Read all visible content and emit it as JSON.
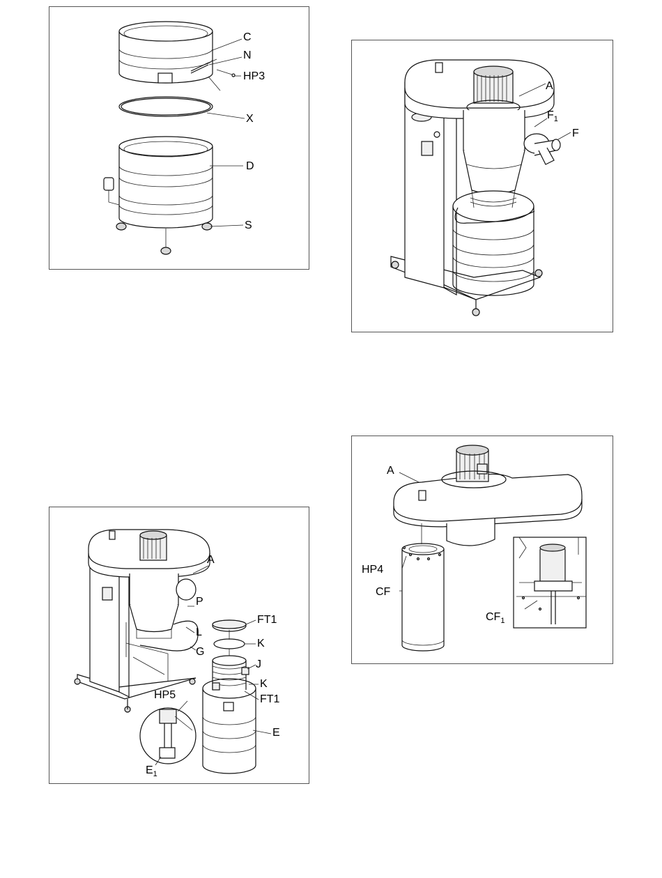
{
  "fig1": {
    "labels": {
      "C": "C",
      "N": "N",
      "HP3": "HP3",
      "X": "X",
      "D": "D",
      "S": "S"
    }
  },
  "fig2": {
    "labels": {
      "A": "A",
      "F1_main": "F",
      "F1_sub": "1",
      "F": "F"
    }
  },
  "fig3": {
    "labels": {
      "A": "A",
      "P": "P",
      "FT1a": "FT1",
      "K1": "K",
      "L": "L",
      "G": "G",
      "J": "J",
      "K2": "K",
      "FT1b": "FT1",
      "HP5": "HP5",
      "E": "E",
      "E1_main": "E",
      "E1_sub": "1"
    }
  },
  "fig4": {
    "labels": {
      "A": "A",
      "HP4": "HP4",
      "CF": "CF",
      "CF1_main": "CF",
      "CF1_sub": "1"
    }
  }
}
